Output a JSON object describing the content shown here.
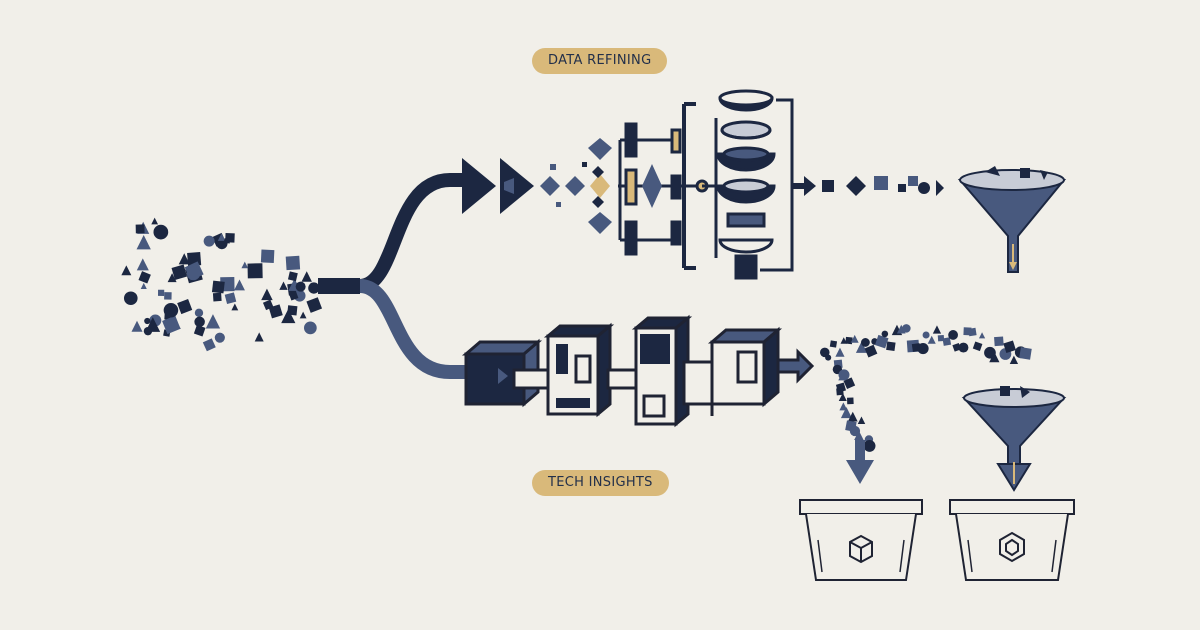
{
  "labels": {
    "top": "DATA REFINING",
    "bottom": "TECH INSIGHTS"
  },
  "colors": {
    "background": "#f1efe9",
    "navy": "#1c2741",
    "slate": "#48597e",
    "gold": "#d9b97a",
    "outline": "#1f2333"
  },
  "icons": [
    "scatter-particles",
    "branching-pipe",
    "arrow-heads",
    "sieve-stack",
    "funnel-icon",
    "machine-blocks",
    "bin-icon",
    "cube-icon"
  ]
}
